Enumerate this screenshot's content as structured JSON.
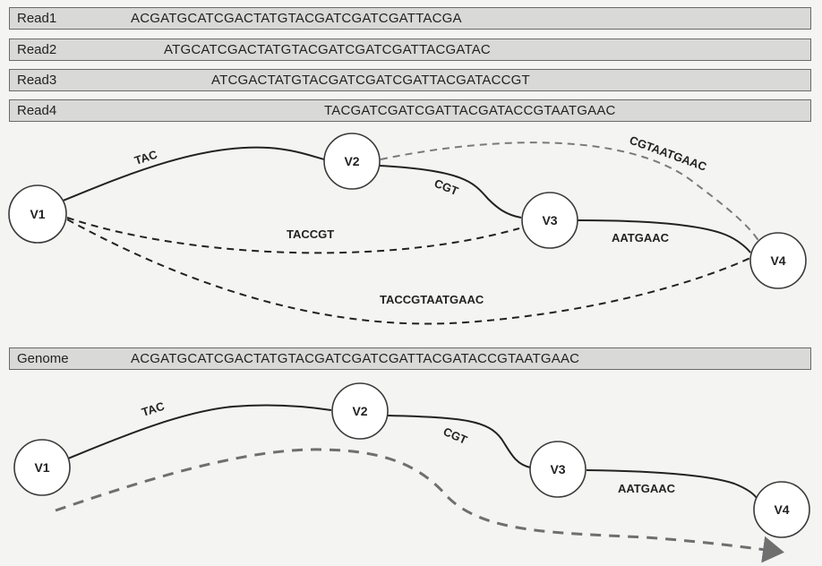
{
  "reads": [
    {
      "label": "Read1",
      "sequence": "ACGATGCATCGACTATGTACGATCGATCGATTACGA"
    },
    {
      "label": "Read2",
      "sequence": "ATGCATCGACTATGTACGATCGATCGATTACGATAC"
    },
    {
      "label": "Read3",
      "sequence": "ATCGACTATGTACGATCGATCGATTACGATACCGT"
    },
    {
      "label": "Read4",
      "sequence": "TACGATCGATCGATTACGATACCGTAATGAAC"
    }
  ],
  "genome": {
    "label": "Genome",
    "sequence": "ACGATGCATCGACTATGTACGATCGATCGATTACGATACCGTAATGAAC"
  },
  "graph_top": {
    "nodes": [
      "V1",
      "V2",
      "V3",
      "V4"
    ],
    "edges": {
      "v1_v2": "TAC",
      "v2_v3": "CGT",
      "v3_v4": "AATGAAC",
      "v2_v4": "CGTAATGAAC",
      "v1_v3": "TACCGT",
      "v1_v4": "TACCGTAATGAAC"
    }
  },
  "graph_bottom": {
    "nodes": [
      "V1",
      "V2",
      "V3",
      "V4"
    ],
    "edges": {
      "v1_v2": "TAC",
      "v2_v3": "CGT",
      "v3_v4": "AATGAAC"
    }
  }
}
